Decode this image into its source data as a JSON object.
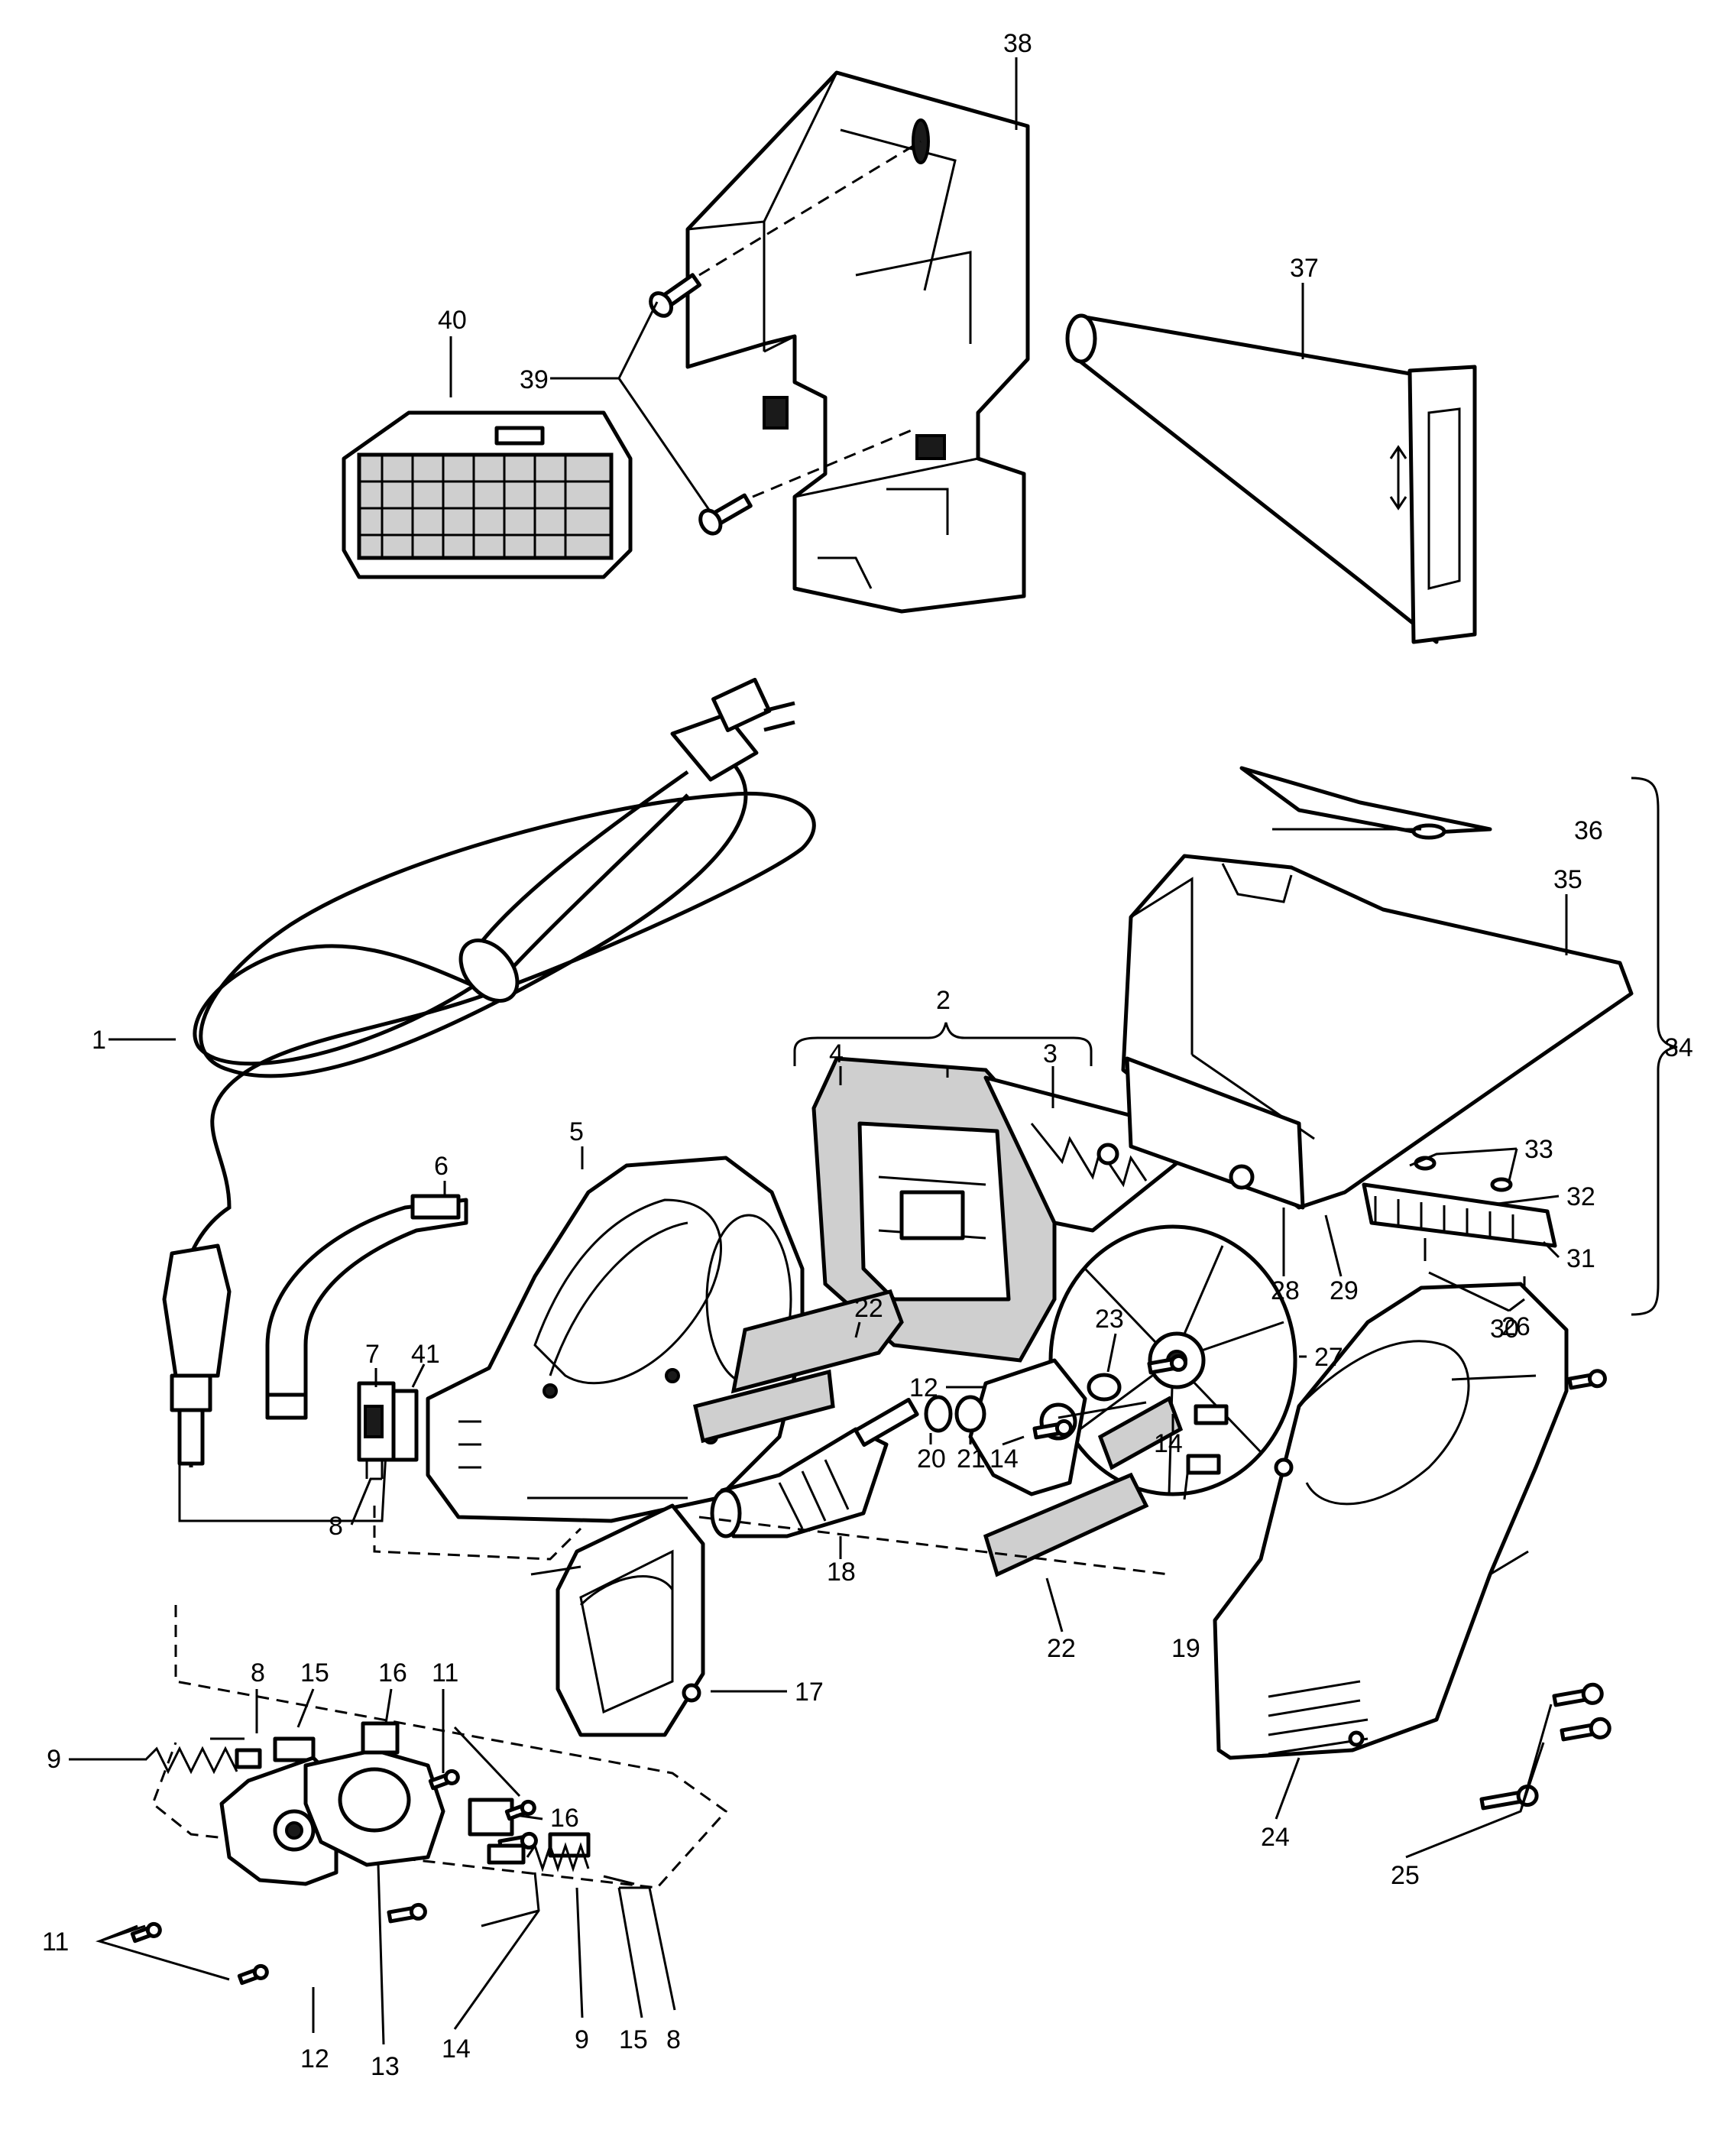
{
  "callouts": [
    {
      "id": "c1",
      "text": "1"
    },
    {
      "id": "c2",
      "text": "2"
    },
    {
      "id": "c3",
      "text": "3"
    },
    {
      "id": "c4",
      "text": "4"
    },
    {
      "id": "c5",
      "text": "5"
    },
    {
      "id": "c6",
      "text": "6"
    },
    {
      "id": "c7",
      "text": "7"
    },
    {
      "id": "c8a",
      "text": "8"
    },
    {
      "id": "c8b",
      "text": "8"
    },
    {
      "id": "c8c",
      "text": "8"
    },
    {
      "id": "c9a",
      "text": "9"
    },
    {
      "id": "c9b",
      "text": "9"
    },
    {
      "id": "c11a",
      "text": "11"
    },
    {
      "id": "c11b",
      "text": "11"
    },
    {
      "id": "c12a",
      "text": "12"
    },
    {
      "id": "c12b",
      "text": "12"
    },
    {
      "id": "c13",
      "text": "13"
    },
    {
      "id": "c14a",
      "text": "14"
    },
    {
      "id": "c14b",
      "text": "14"
    },
    {
      "id": "c14c",
      "text": "14"
    },
    {
      "id": "c15a",
      "text": "15"
    },
    {
      "id": "c15b",
      "text": "15"
    },
    {
      "id": "c16a",
      "text": "16"
    },
    {
      "id": "c16b",
      "text": "16"
    },
    {
      "id": "c17",
      "text": "17"
    },
    {
      "id": "c18",
      "text": "18"
    },
    {
      "id": "c19",
      "text": "19"
    },
    {
      "id": "c20",
      "text": "20"
    },
    {
      "id": "c21",
      "text": "21"
    },
    {
      "id": "c22a",
      "text": "22"
    },
    {
      "id": "c22b",
      "text": "22"
    },
    {
      "id": "c23",
      "text": "23"
    },
    {
      "id": "c24",
      "text": "24"
    },
    {
      "id": "c25",
      "text": "25"
    },
    {
      "id": "c26",
      "text": "26"
    },
    {
      "id": "c27",
      "text": "27"
    },
    {
      "id": "c28",
      "text": "28"
    },
    {
      "id": "c29",
      "text": "29"
    },
    {
      "id": "c30",
      "text": "30"
    },
    {
      "id": "c31",
      "text": "31"
    },
    {
      "id": "c32",
      "text": "32"
    },
    {
      "id": "c33",
      "text": "33"
    },
    {
      "id": "c34",
      "text": "34"
    },
    {
      "id": "c35",
      "text": "35"
    },
    {
      "id": "c36",
      "text": "36"
    },
    {
      "id": "c37",
      "text": "37"
    },
    {
      "id": "c38",
      "text": "38"
    },
    {
      "id": "c39",
      "text": "39"
    },
    {
      "id": "c40",
      "text": "40"
    },
    {
      "id": "c41",
      "text": "41"
    }
  ]
}
